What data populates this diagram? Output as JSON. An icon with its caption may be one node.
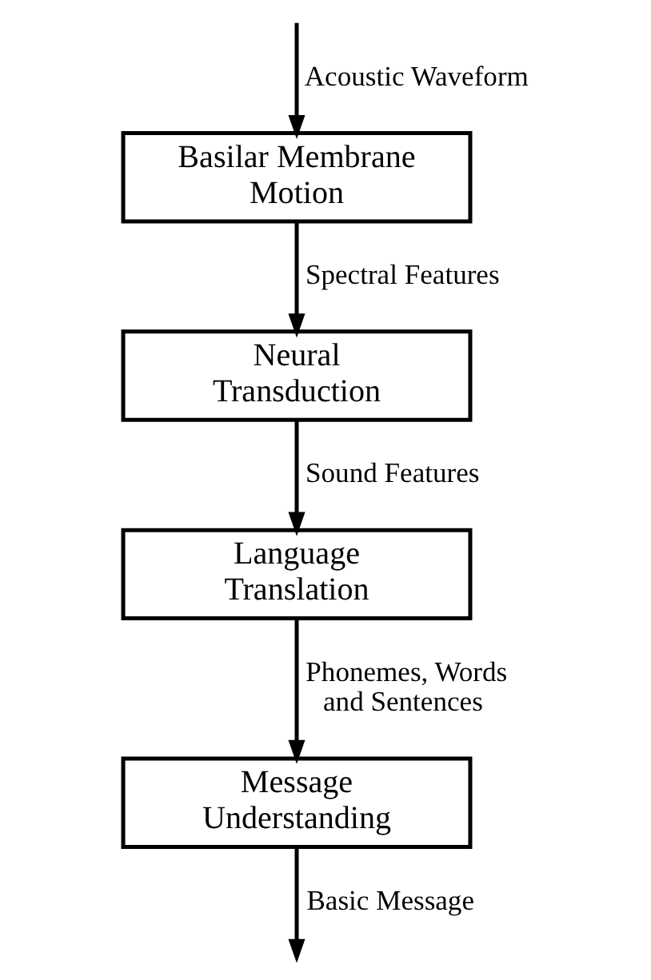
{
  "diagram": {
    "nodes": [
      {
        "text": [
          "Basilar Membrane Motion"
        ]
      },
      {
        "text": [
          "Neural Transduction"
        ]
      },
      {
        "text": [
          "Language Translation"
        ]
      },
      {
        "text": [
          "Message Understanding"
        ]
      }
    ],
    "edges": [
      {
        "from": null,
        "to": 0,
        "arrow": "to",
        "label": "Acoustic Waveform"
      },
      {
        "from": 0,
        "to": 1,
        "arrow": "to",
        "label": "Spectral Features"
      },
      {
        "from": 1,
        "to": 2,
        "arrow": "to",
        "label": "Sound Features"
      },
      {
        "from": 2,
        "to": 3,
        "arrow": "to",
        "label": "Phonemes, Words and Sentences"
      },
      {
        "from": 3,
        "to": null,
        "arrow": "to",
        "label": "Basic Message"
      }
    ]
  }
}
